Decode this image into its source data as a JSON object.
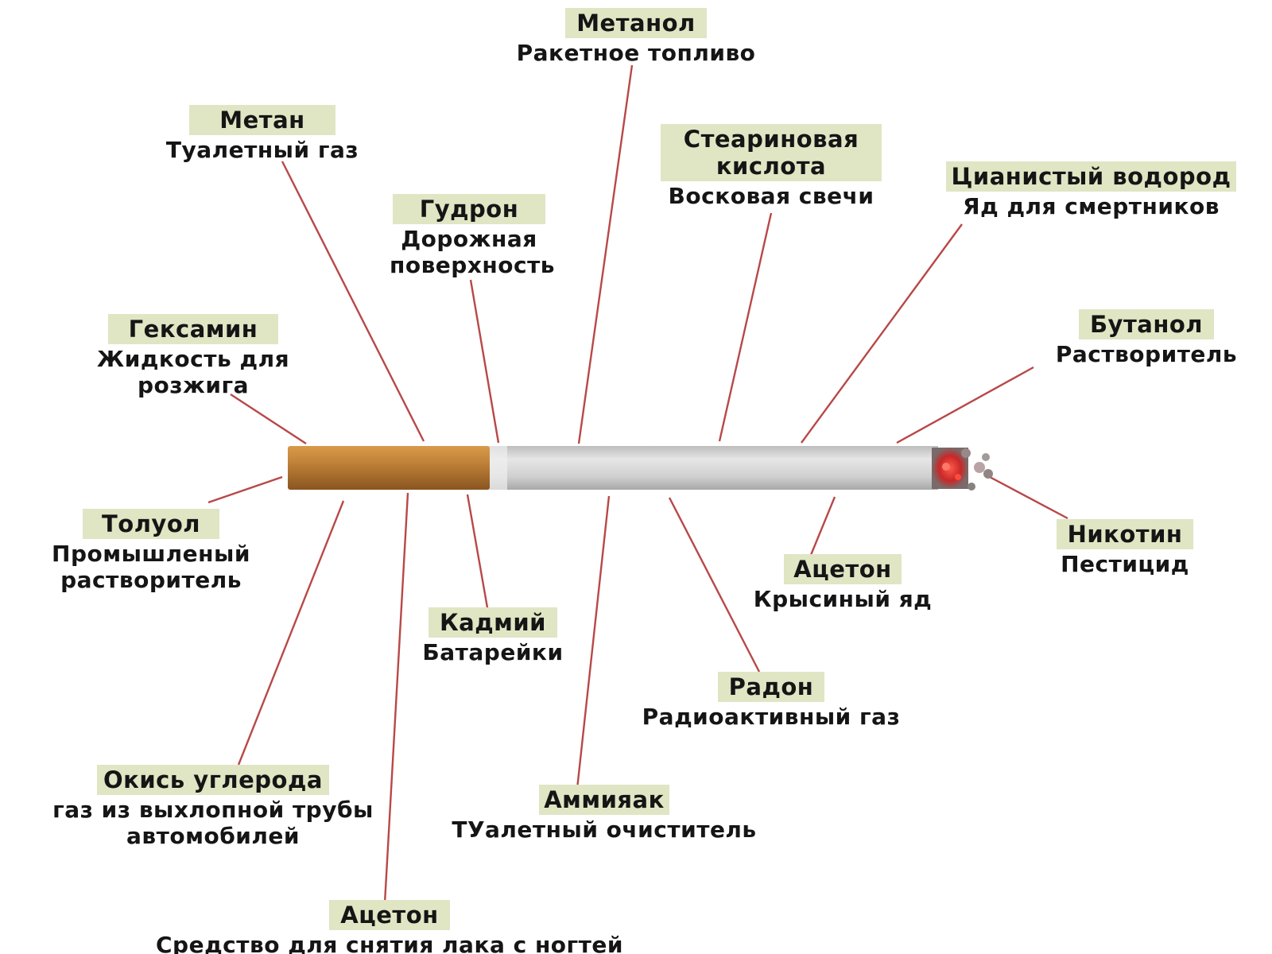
{
  "colors": {
    "tag_background": "#e0e5c4",
    "leader_line": "#b84848",
    "filter": "#b8792c",
    "paper": "#d4d4d4",
    "ember": "#c83030"
  },
  "cigarette": {
    "parts": [
      "filter-icon",
      "paper-icon",
      "ember-icon"
    ]
  },
  "labels": [
    {
      "id": "metanol",
      "name": "Метанол",
      "desc": "Ракетное топливо"
    },
    {
      "id": "metan",
      "name": "Метан",
      "desc": "Туалетный газ"
    },
    {
      "id": "stearic",
      "name": "Стеариновая кислота",
      "desc": "Восковая свечи"
    },
    {
      "id": "hcn",
      "name": "Цианистый водород",
      "desc": "Яд для смертников"
    },
    {
      "id": "gudron",
      "name": "Гудрон",
      "desc": "Дорожная поверхность"
    },
    {
      "id": "geksamin",
      "name": "Гексамин",
      "desc": "Жидкость для розжига"
    },
    {
      "id": "butanol",
      "name": "Бутанол",
      "desc": "Растворитель"
    },
    {
      "id": "toluol",
      "name": "Толуол",
      "desc": "Промышленый растворитель"
    },
    {
      "id": "nikotin",
      "name": "Никотин",
      "desc": "Пестицид"
    },
    {
      "id": "aceton1",
      "name": "Ацетон",
      "desc": "Крысиный яд"
    },
    {
      "id": "kadmiy",
      "name": "Кадмий",
      "desc": "Батарейки"
    },
    {
      "id": "radon",
      "name": "Радон",
      "desc": "Радиоактивный газ"
    },
    {
      "id": "co",
      "name": "Окись углерода",
      "desc": "газ из выхлопной трубы автомобилей"
    },
    {
      "id": "ammiak",
      "name": "Аммияак",
      "desc": "ТУалетный очиститель"
    },
    {
      "id": "aceton2",
      "name": "Ацетон",
      "desc": "Средство для снятия лака с ногтей"
    }
  ]
}
